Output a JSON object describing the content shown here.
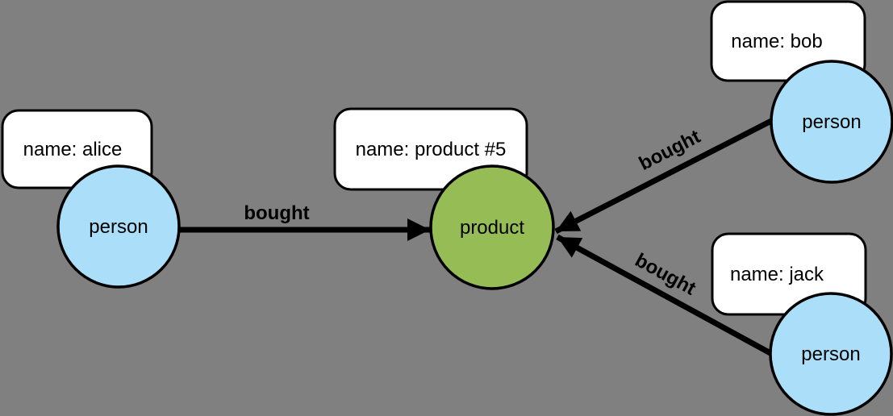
{
  "diagram": {
    "background_color": "#808080",
    "colors": {
      "person_fill": "#ABDFF9",
      "product_fill": "#96BD55",
      "box_fill": "#FFFFFF",
      "stroke": "#000000"
    },
    "nodes": [
      {
        "id": "alice",
        "label": "person",
        "property": "name: alice"
      },
      {
        "id": "product5",
        "label": "product",
        "property": "name: product #5"
      },
      {
        "id": "bob",
        "label": "person",
        "property": "name: bob"
      },
      {
        "id": "jack",
        "label": "person",
        "property": "name: jack"
      }
    ],
    "edges": [
      {
        "from": "alice",
        "to": "product5",
        "label": "bought"
      },
      {
        "from": "bob",
        "to": "product5",
        "label": "bought"
      },
      {
        "from": "jack",
        "to": "product5",
        "label": "bought"
      }
    ]
  }
}
